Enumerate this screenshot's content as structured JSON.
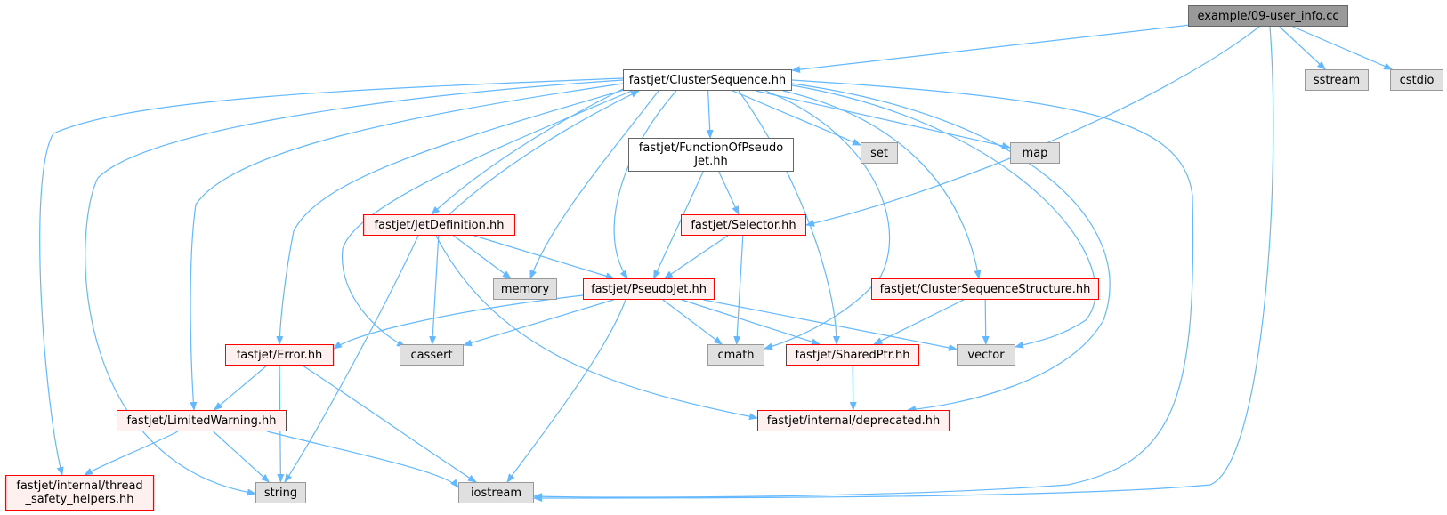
{
  "graph": {
    "edge_color": "#63b8ff",
    "nodes": {
      "root": "example/09-user_info.cc",
      "cluster_sequence": "fastjet/ClusterSequence.hh",
      "sstream": "sstream",
      "cstdio": "cstdio",
      "function_of_pseudojet": "fastjet/FunctionOfPseudo\nJet.hh",
      "set": "set",
      "map": "map",
      "jet_definition": "fastjet/JetDefinition.hh",
      "selector": "fastjet/Selector.hh",
      "memory": "memory",
      "pseudojet": "fastjet/PseudoJet.hh",
      "cs_structure": "fastjet/ClusterSequenceStructure.hh",
      "error": "fastjet/Error.hh",
      "cassert": "cassert",
      "cmath": "cmath",
      "shared_ptr": "fastjet/SharedPtr.hh",
      "vector": "vector",
      "limited_warning": "fastjet/LimitedWarning.hh",
      "deprecated": "fastjet/internal/deprecated.hh",
      "thread_safety": "fastjet/internal/thread\n_safety_helpers.hh",
      "string": "string",
      "iostream": "iostream"
    },
    "edges": [
      [
        "root",
        "cluster_sequence"
      ],
      [
        "root",
        "selector"
      ],
      [
        "root",
        "iostream"
      ],
      [
        "root",
        "sstream"
      ],
      [
        "root",
        "cstdio"
      ],
      [
        "cluster_sequence",
        "function_of_pseudojet"
      ],
      [
        "cluster_sequence",
        "set"
      ],
      [
        "cluster_sequence",
        "map"
      ],
      [
        "cluster_sequence",
        "jet_definition"
      ],
      [
        "cluster_sequence",
        "memory"
      ],
      [
        "cluster_sequence",
        "pseudojet"
      ],
      [
        "cluster_sequence",
        "cs_structure"
      ],
      [
        "cluster_sequence",
        "error"
      ],
      [
        "cluster_sequence",
        "cassert"
      ],
      [
        "cluster_sequence",
        "cmath"
      ],
      [
        "cluster_sequence",
        "shared_ptr"
      ],
      [
        "cluster_sequence",
        "vector"
      ],
      [
        "cluster_sequence",
        "limited_warning"
      ],
      [
        "cluster_sequence",
        "deprecated"
      ],
      [
        "cluster_sequence",
        "thread_safety"
      ],
      [
        "cluster_sequence",
        "string"
      ],
      [
        "cluster_sequence",
        "iostream"
      ],
      [
        "function_of_pseudojet",
        "selector"
      ],
      [
        "function_of_pseudojet",
        "pseudojet"
      ],
      [
        "jet_definition",
        "cluster_sequence"
      ],
      [
        "jet_definition",
        "memory"
      ],
      [
        "jet_definition",
        "pseudojet"
      ],
      [
        "jet_definition",
        "cassert"
      ],
      [
        "jet_definition",
        "string"
      ],
      [
        "jet_definition",
        "deprecated"
      ],
      [
        "selector",
        "pseudojet"
      ],
      [
        "selector",
        "cmath"
      ],
      [
        "pseudojet",
        "error"
      ],
      [
        "pseudojet",
        "cassert"
      ],
      [
        "pseudojet",
        "cmath"
      ],
      [
        "pseudojet",
        "shared_ptr"
      ],
      [
        "pseudojet",
        "vector"
      ],
      [
        "pseudojet",
        "iostream"
      ],
      [
        "cs_structure",
        "shared_ptr"
      ],
      [
        "cs_structure",
        "vector"
      ],
      [
        "error",
        "limited_warning"
      ],
      [
        "error",
        "string"
      ],
      [
        "error",
        "iostream"
      ],
      [
        "shared_ptr",
        "deprecated"
      ],
      [
        "limited_warning",
        "thread_safety"
      ],
      [
        "limited_warning",
        "string"
      ],
      [
        "limited_warning",
        "iostream"
      ]
    ]
  }
}
